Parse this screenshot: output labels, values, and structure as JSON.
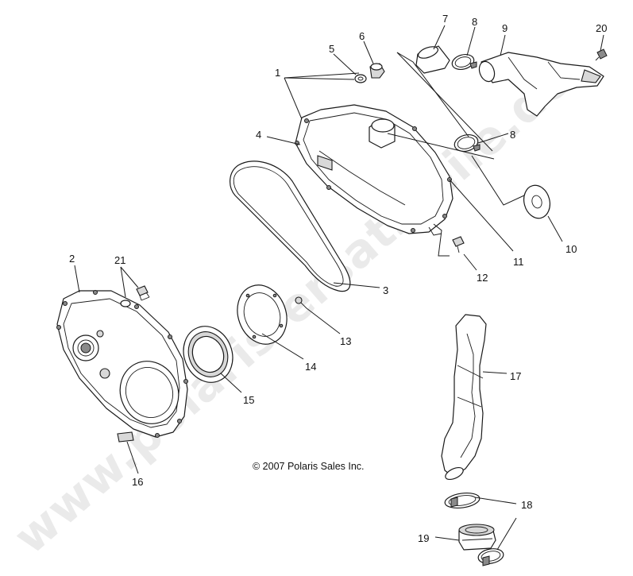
{
  "watermark": "www.polaris-ersatzteile.de",
  "copyright": "© 2007 Polaris Sales Inc.",
  "callouts": {
    "c1": "1",
    "c2": "2",
    "c3": "3",
    "c4": "4",
    "c5": "5",
    "c6": "6",
    "c7": "7",
    "c8a": "8",
    "c8b": "8",
    "c9": "9",
    "c10": "10",
    "c11": "11",
    "c12": "12",
    "c13": "13",
    "c14": "14",
    "c15": "15",
    "c16": "16",
    "c17": "17",
    "c18": "18",
    "c19": "19",
    "c20": "20",
    "c21": "21"
  }
}
